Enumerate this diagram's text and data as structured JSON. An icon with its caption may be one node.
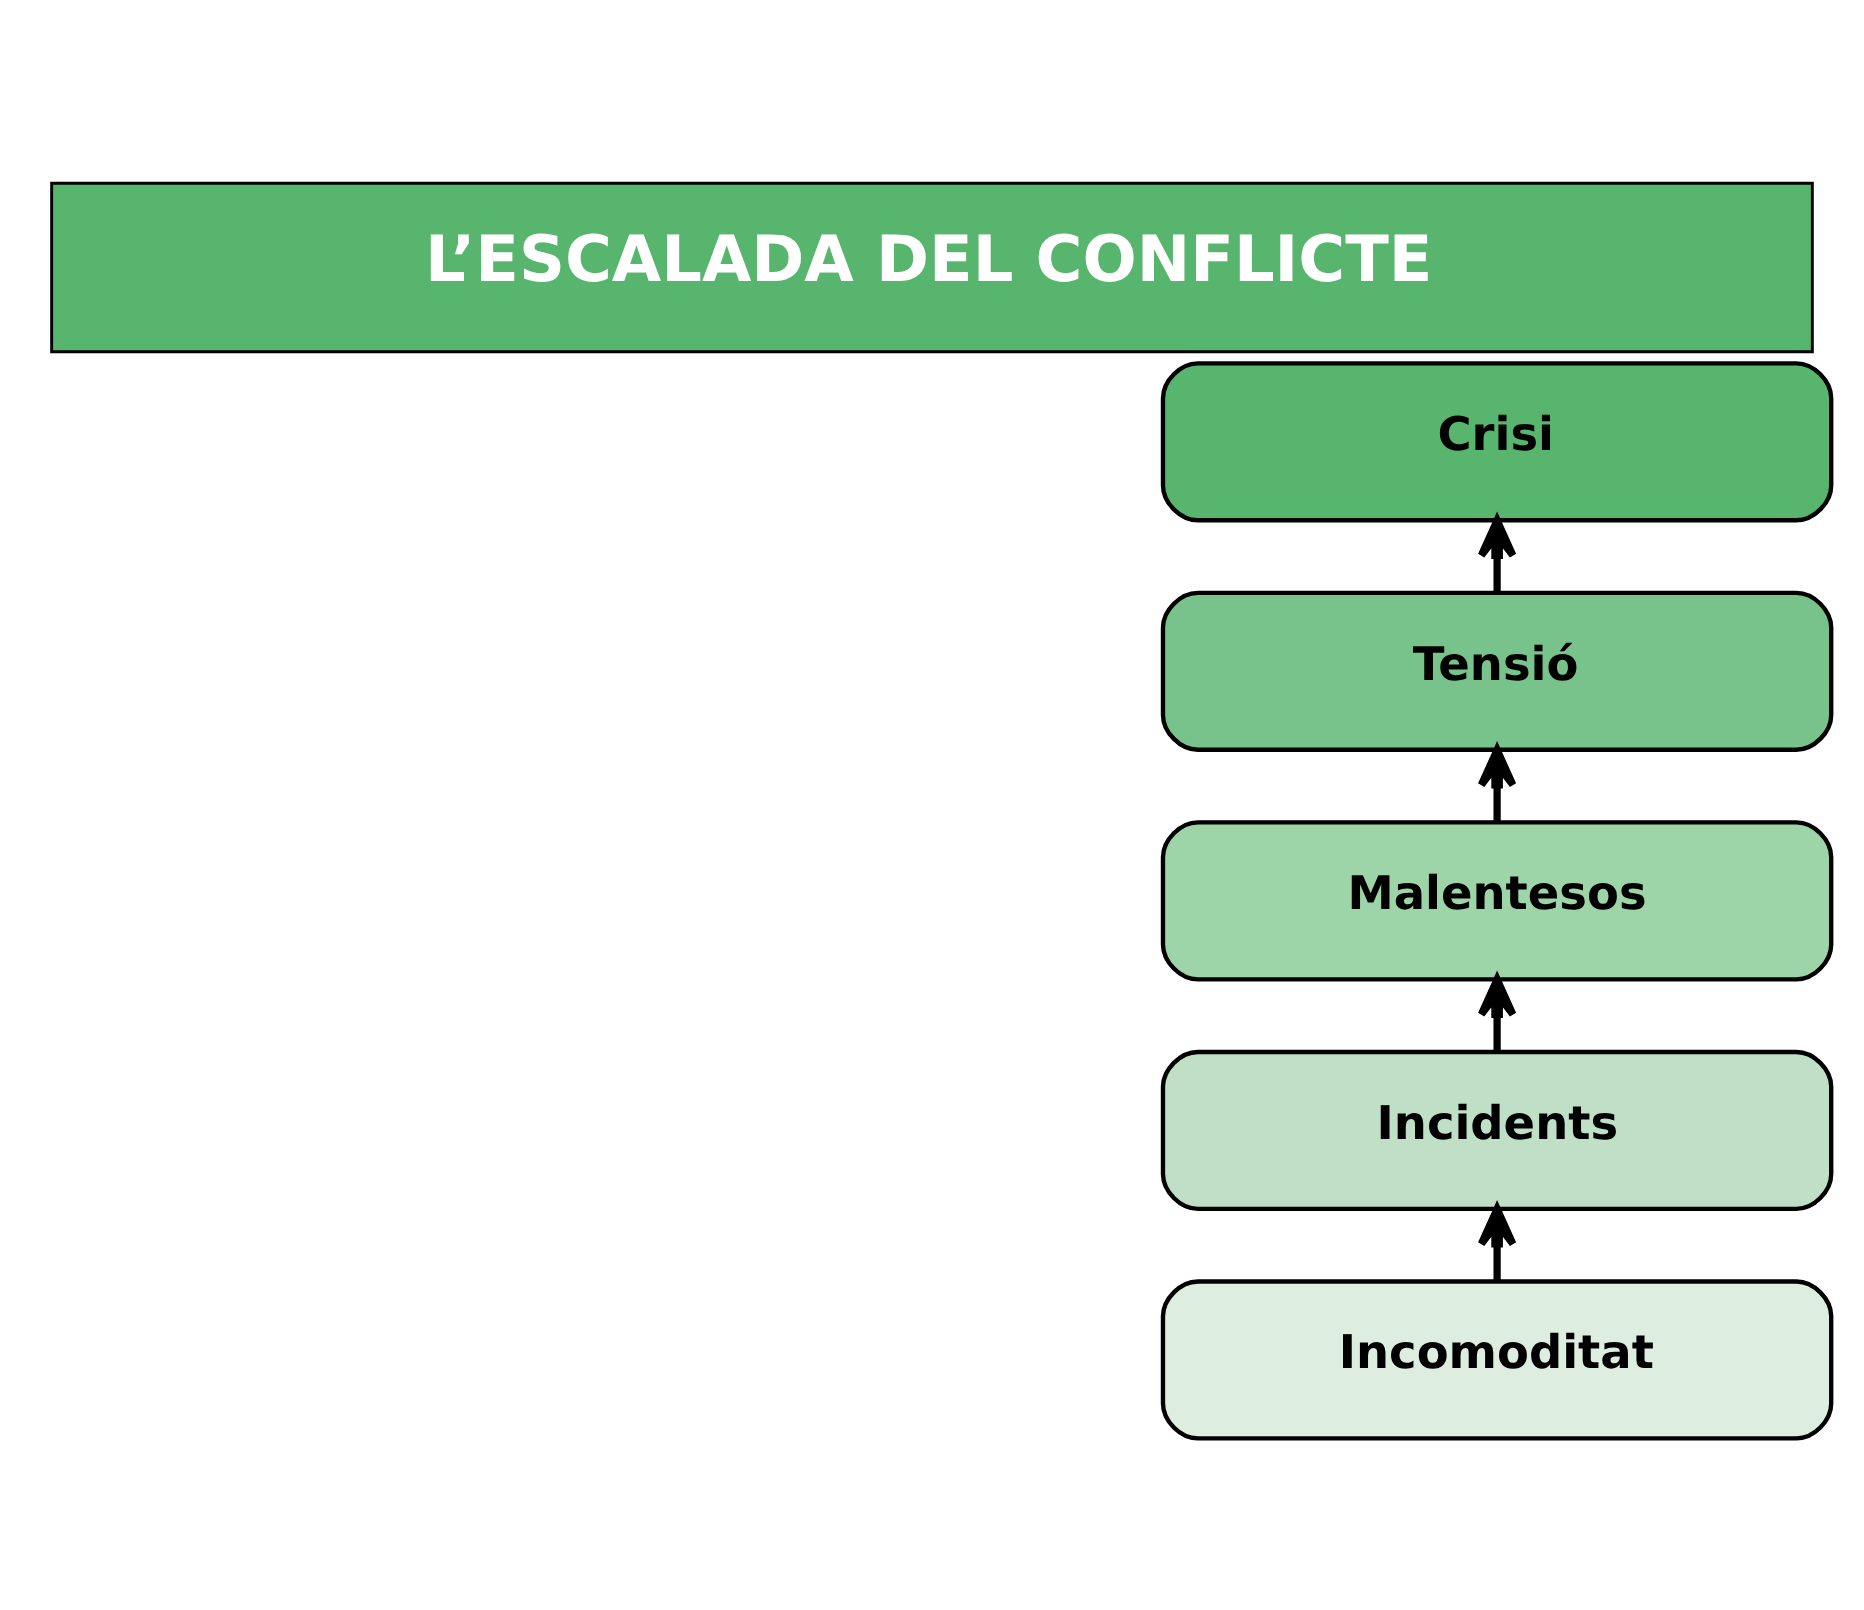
{
  "diagram": {
    "title": "L’ESCALADA DEL CONFLICTE",
    "nodes": [
      {
        "text": [
          "Incomoditat"
        ]
      },
      {
        "text": [
          "Incidents"
        ]
      },
      {
        "text": [
          "Malentesos"
        ]
      },
      {
        "text": [
          "Tensió"
        ]
      },
      {
        "text": [
          "Crisi"
        ]
      }
    ],
    "edges": [
      {
        "from": 0,
        "to": 1,
        "arrow": "to"
      },
      {
        "from": 1,
        "to": 2,
        "arrow": "to"
      },
      {
        "from": 2,
        "to": 3,
        "arrow": "to"
      },
      {
        "from": 3,
        "to": 4,
        "arrow": "to"
      }
    ]
  }
}
